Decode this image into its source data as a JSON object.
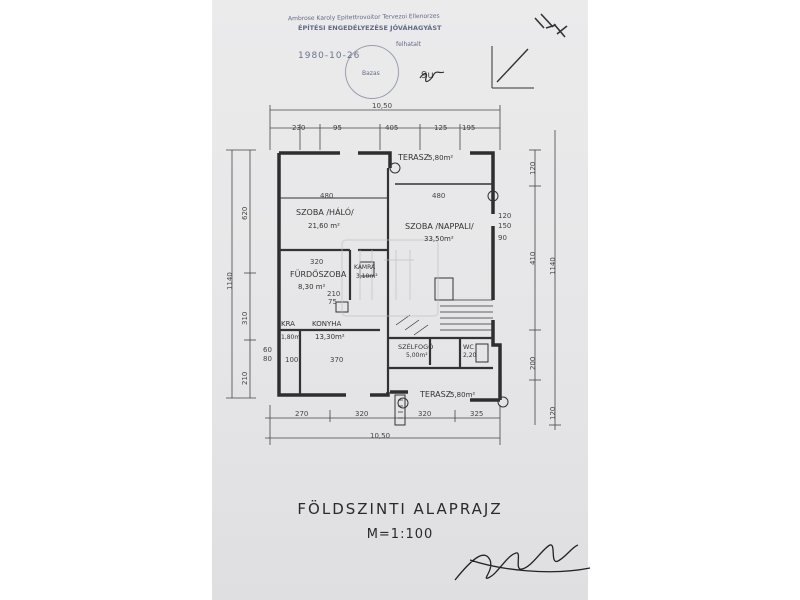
{
  "document": {
    "stamp": {
      "line1": "Ambrose Karoly Epitettrovoitor Tervezoi Ellenorzes",
      "line2": "ÉPÍTÉSI ENGEDÉLYEZÉSE JÓVÁHAGYÁST",
      "line3": "felhatalt",
      "date": "1980-10-26",
      "seal_text": "Bazas",
      "initials": "9u"
    },
    "title": "FÖLDSZINTI  ALAPRAJZ",
    "scale": "M=1:100",
    "north_symbol": "north-arrow",
    "rooms": {
      "terasz_top": {
        "name": "TERASZ",
        "area": "5,80m²"
      },
      "szoba_halo": {
        "name": "SZOBA /HÁLÓ/",
        "area": "21,60 m²"
      },
      "szoba_nappali": {
        "name": "SZOBA /NAPPALI/",
        "area": "33,50m²"
      },
      "furdoszoba": {
        "name": "FÜRDŐSZOBA",
        "area": "8,30 m²"
      },
      "kamra": {
        "name": "KRA",
        "area": "1,80m"
      },
      "konyha": {
        "name": "KONYHA",
        "area": "13,30m²"
      },
      "szelfogo": {
        "name": "SZÉLFOGÓ",
        "area": "5,00m²"
      },
      "wc": {
        "name": "WC",
        "area": "2,20"
      },
      "terasz_bottom": {
        "name": "TERASZ",
        "area": "5,80m²"
      },
      "kamra_small": {
        "name": "KAMRA",
        "area": "3,10m²"
      }
    },
    "dimensions": {
      "overall_top": "10,50",
      "overall_bottom": "10,50",
      "top_segments": [
        "230",
        "95",
        "405",
        "125",
        "195"
      ],
      "bottom_segments": [
        "270",
        "320",
        "320",
        "325"
      ],
      "left_total": "1140",
      "left_segments": [
        "620",
        "310",
        "210"
      ],
      "right_total": "1140",
      "right_segments": [
        "120",
        "410",
        "200",
        "120"
      ],
      "interior": [
        "480",
        "480",
        "320",
        "370",
        "120",
        "150",
        "90",
        "75",
        "210",
        "100",
        "60",
        "80"
      ]
    },
    "signature": "signature"
  }
}
